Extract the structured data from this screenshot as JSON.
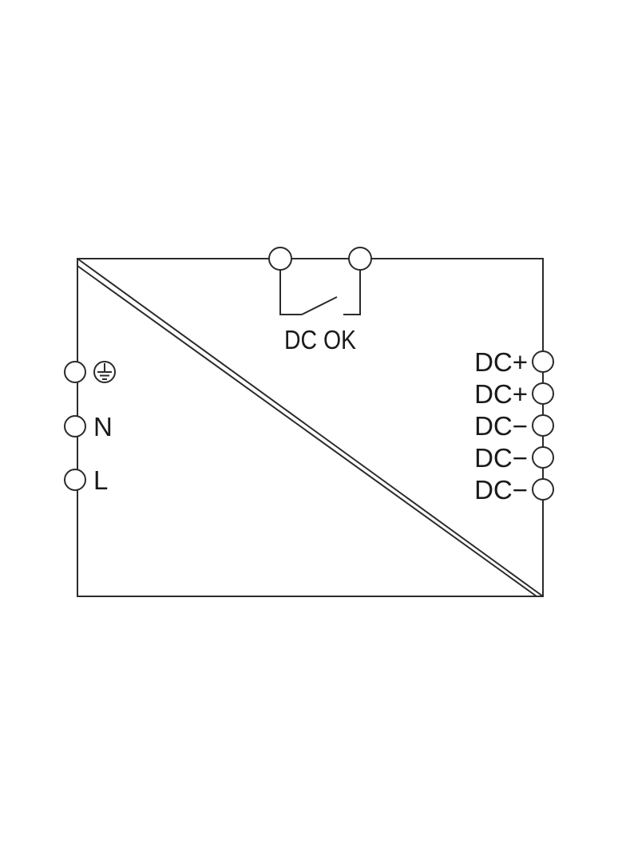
{
  "diagram": {
    "relay_label": "DC OK",
    "input_terminals": {
      "earth_icon": "protective-earth-icon",
      "neutral": "N",
      "line": "L"
    },
    "output_terminals": [
      "DC+",
      "DC+",
      "DC−",
      "DC−",
      "DC−"
    ],
    "colors": {
      "line": "#2b2b2b",
      "text": "#1a1a1a",
      "background": "#ffffff"
    }
  }
}
